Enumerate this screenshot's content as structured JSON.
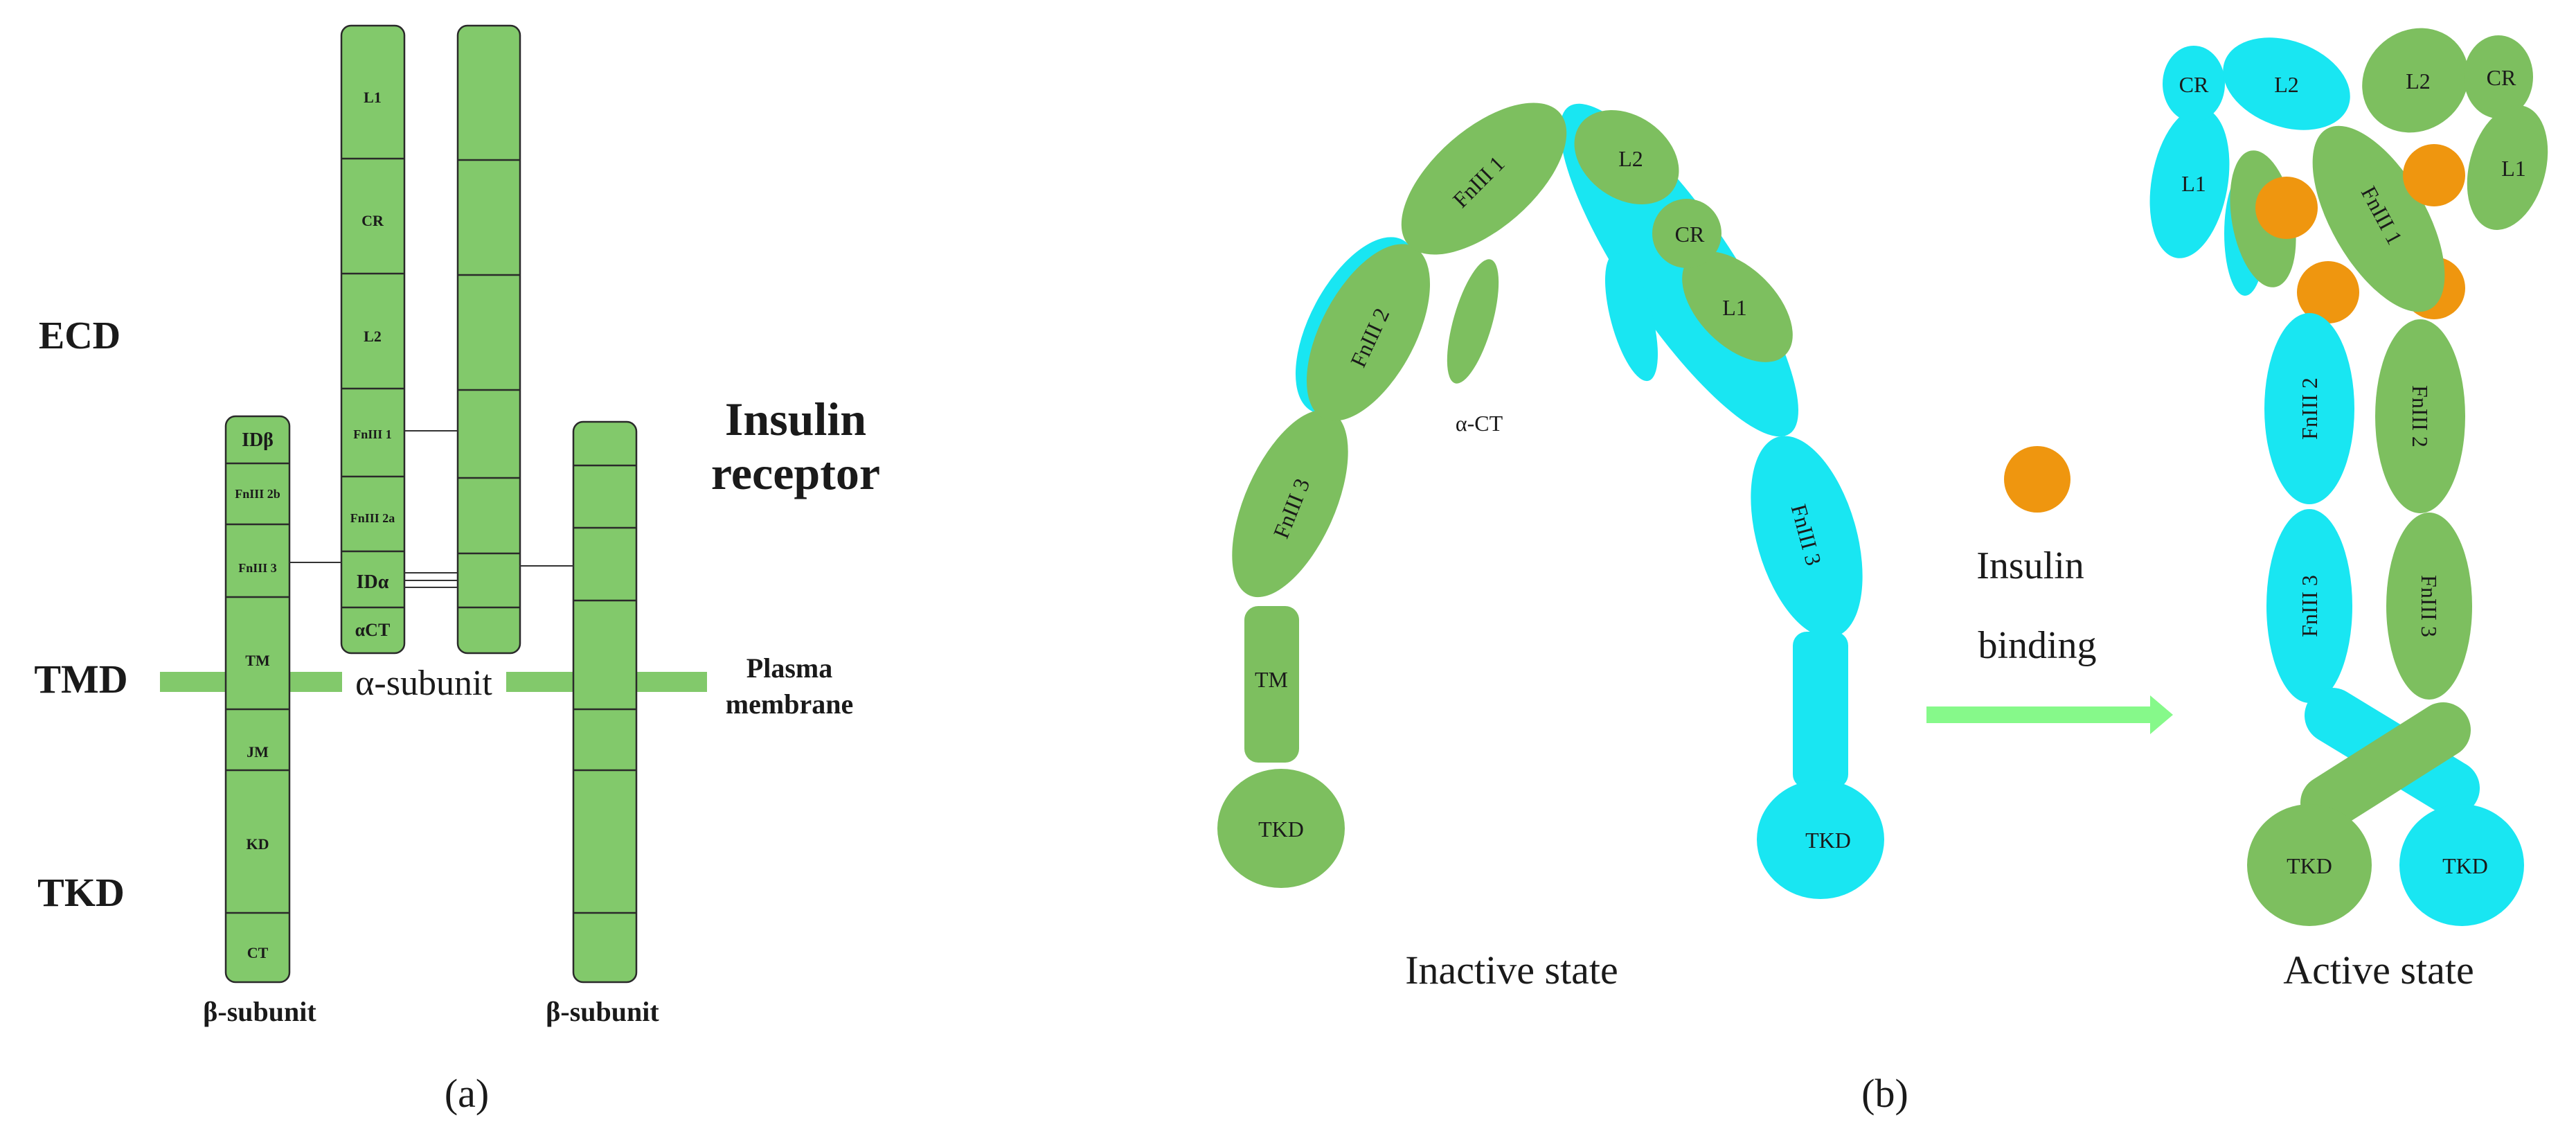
{
  "panel_a": {
    "label": "(a)",
    "regions": {
      "ecd": "ECD",
      "tmd": "TMD",
      "tkd": "TKD"
    },
    "title_line1": "Insulin",
    "title_line2": "receptor",
    "membrane_line1": "Plasma",
    "membrane_line2": "membrane",
    "alpha_label": "α-subunit",
    "beta_label_left": "β-subunit",
    "beta_label_right": "β-subunit",
    "alpha_segments": [
      "L1",
      "CR",
      "L2",
      "FnIII 1",
      "FnIII 2a",
      "IDα",
      "αCT"
    ],
    "beta_segments": [
      "IDβ",
      "FnIII 2b",
      "FnIII 3",
      "TM",
      "JM",
      "KD",
      "CT"
    ]
  },
  "panel_b": {
    "label": "(b)",
    "inactive": {
      "caption": "Inactive state",
      "domains": {
        "fn1": "FnIII 1",
        "fn2": "FnIII 2",
        "fn3": "FnIII 3",
        "act": "α-CT",
        "tm": "TM",
        "tkd": "TKD",
        "l2": "L2",
        "cr": "CR",
        "l1": "L1",
        "fn3b": "FnIII 3",
        "tkd2": "TKD"
      }
    },
    "arrow_line1": "Insulin",
    "arrow_line2": "binding",
    "active": {
      "caption": "Active state",
      "domains": {
        "cr_c": "CR",
        "l2_c": "L2",
        "l1_c": "L1",
        "l2_g": "L2",
        "cr_g": "CR",
        "l1_g": "L1",
        "fn1": "FnIII 1",
        "fn2_c": "FnIII 2",
        "fn2_g": "FnIII 2",
        "fn3_c": "FnIII 3",
        "fn3_g": "FnIII 3",
        "tkd_g": "TKD",
        "tkd_c": "TKD"
      }
    }
  },
  "colors": {
    "green": "#7dbf5f",
    "cyan": "#19e6f2",
    "insulin": "#ef960f",
    "arrow": "#86f98a"
  }
}
